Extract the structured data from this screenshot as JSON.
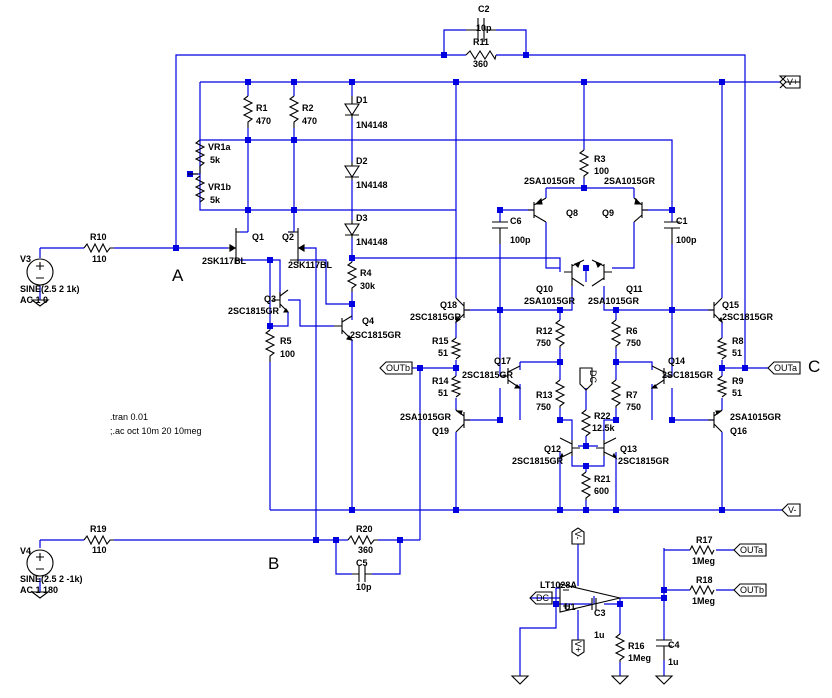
{
  "node_labels": {
    "A": "A",
    "B": "B",
    "C": "C"
  },
  "directives": {
    "tran": ".tran 0.01",
    "ac": ";.ac oct 10m 20 10meg"
  },
  "ports": {
    "outa": "OUTa",
    "outb": "OUTb",
    "dc": "DC",
    "vpos": "V+",
    "vneg": "V-"
  },
  "components": {
    "C2": {
      "name": "C2",
      "value": "10p"
    },
    "R11": {
      "name": "R11",
      "value": "360"
    },
    "R1": {
      "name": "R1",
      "value": "470"
    },
    "R2": {
      "name": "R2",
      "value": "470"
    },
    "D1": {
      "name": "D1",
      "value": "1N4148"
    },
    "D2": {
      "name": "D2",
      "value": "1N4148"
    },
    "D3": {
      "name": "D3",
      "value": "1N4148"
    },
    "VR1a": {
      "name": "VR1a",
      "value": "5k"
    },
    "VR1b": {
      "name": "VR1b",
      "value": "5k"
    },
    "R3": {
      "name": "R3",
      "value": "100"
    },
    "Q8": {
      "name": "Q8",
      "value": "2SA1015GR"
    },
    "Q9": {
      "name": "Q9",
      "value": "2SA1015GR"
    },
    "C6": {
      "name": "C6",
      "value": "100p"
    },
    "C1": {
      "name": "C1",
      "value": "100p"
    },
    "Q1": {
      "name": "Q1",
      "value": "2SK117BL"
    },
    "Q2": {
      "name": "Q2",
      "value": "2SK117BL"
    },
    "R10": {
      "name": "R10",
      "value": "110"
    },
    "V3": {
      "name": "V3",
      "line1": "SINE(2.5 2 1k)",
      "line2": "AC 1 0"
    },
    "R4": {
      "name": "R4",
      "value": "30k"
    },
    "Q10": {
      "name": "Q10",
      "value": "2SA1015GR"
    },
    "Q11": {
      "name": "Q11",
      "value": "2SA1015GR"
    },
    "Q3": {
      "name": "Q3",
      "value": "2SC1815GR"
    },
    "Q4": {
      "name": "Q4",
      "value": "2SC1815GR"
    },
    "Q18": {
      "name": "Q18",
      "value": "2SC1815GR"
    },
    "Q15": {
      "name": "Q15",
      "value": "2SC1815GR"
    },
    "R12": {
      "name": "R12",
      "value": "750"
    },
    "R6": {
      "name": "R6",
      "value": "750"
    },
    "R5": {
      "name": "R5",
      "value": "100"
    },
    "R15": {
      "name": "R15",
      "value": "51"
    },
    "R8": {
      "name": "R8",
      "value": "51"
    },
    "Q17": {
      "name": "Q17",
      "value": "2SC1815GR"
    },
    "Q14": {
      "name": "Q14",
      "value": "2SC1815GR"
    },
    "R14": {
      "name": "R14",
      "value": "51"
    },
    "R9": {
      "name": "R9",
      "value": "51"
    },
    "R13": {
      "name": "R13",
      "value": "750"
    },
    "R7": {
      "name": "R7",
      "value": "750"
    },
    "R22": {
      "name": "R22",
      "value": "12.5k"
    },
    "Q19": {
      "name": "Q19",
      "value": "2SA1015GR"
    },
    "Q16": {
      "name": "Q16",
      "value": "2SA1015GR"
    },
    "Q12": {
      "name": "Q12",
      "value": "2SC1815GR"
    },
    "Q13": {
      "name": "Q13",
      "value": "2SC1815GR"
    },
    "R21": {
      "name": "R21",
      "value": "600"
    },
    "R19": {
      "name": "R19",
      "value": "110"
    },
    "R20": {
      "name": "R20",
      "value": "360"
    },
    "C5": {
      "name": "C5",
      "value": "10p"
    },
    "V4": {
      "name": "V4",
      "line1": "SINE(2.5 2 -1k)",
      "line2": "AC 1 180"
    },
    "R17": {
      "name": "R17",
      "value": "1Meg"
    },
    "R18": {
      "name": "R18",
      "value": "1Meg"
    },
    "U1": {
      "name": "U1",
      "value": "LT1028A"
    },
    "C3": {
      "name": "C3",
      "value": "1u"
    },
    "R16": {
      "name": "R16",
      "value": "1Meg"
    },
    "C4": {
      "name": "C4",
      "value": "1u"
    }
  }
}
